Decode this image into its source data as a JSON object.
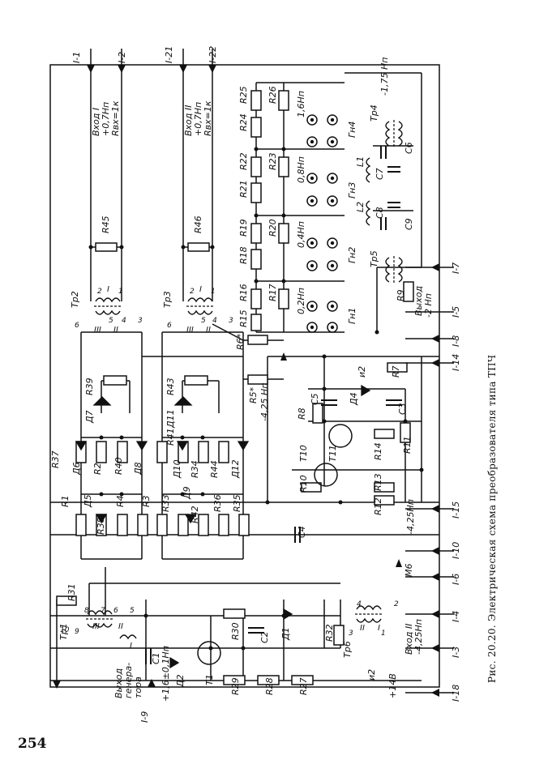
{
  "page_number": "254",
  "caption": "Рис. 20.20. Электрическая схема преобразователя типа ТПЧ",
  "terminals": {
    "t1": "I-1",
    "t2": "I-2",
    "t21": "I-21",
    "t22": "I-22",
    "t7": "I-7",
    "t5": "I-5",
    "t8": "I-8",
    "t14": "I-14",
    "t15": "I-15",
    "t10": "I-10",
    "t6": "I-6",
    "t4": "I-4",
    "t3": "I-3",
    "t18": "I-18",
    "t9": "I-9"
  },
  "inputs": {
    "in1": [
      "Вход I",
      "+0,7Нп",
      "Rвх=1к"
    ],
    "in2": [
      "Вход II",
      "+0,7Нп",
      "Rвх=1к"
    ]
  },
  "outputs": {
    "out": [
      "Выход",
      "-2 Нп"
    ],
    "in_tr6": [
      "Вход II",
      "-4,25Нп"
    ],
    "gen": [
      "Выход",
      "генера-",
      "тора",
      "+1,6±0,1Нп"
    ]
  },
  "supply": {
    "plus14": "+14В",
    "m6": "М6",
    "minus425": "-4,25Нп",
    "r5note": "-4,25 Нп"
  },
  "transformers": {
    "tp1": "Тр1",
    "tp2": "Тр2",
    "tp3": "Тр3",
    "tp4": "Тр4",
    "tp5": "Тр5",
    "tp6": "Тр6"
  },
  "jacks": {
    "gn1": "Гн1",
    "gn2": "Гн2",
    "gn3": "Гн3",
    "gn4": "Гн4"
  },
  "atten": {
    "a1": "0,2Нп",
    "a2": "0,4Нп",
    "a3": "0,8Нп",
    "a4": "1,6Нп",
    "a5": "-1,75 Нп"
  },
  "resistors": {
    "r45": "R45",
    "r46": "R46",
    "r15": "R15",
    "r16": "R16",
    "r17": "R17",
    "r18": "R18",
    "r19": "R19",
    "r20": "R20",
    "r21": "R21",
    "r22": "R22",
    "r23": "R23",
    "r24": "R24",
    "r25": "R25",
    "r26": "R26",
    "r6": "R6*",
    "r5": "R5*",
    "r7": "R7",
    "r8": "R8",
    "r9": "R9",
    "r10": "R10",
    "r11": "R11",
    "r12": "R12",
    "r13": "R13",
    "r14": "R14",
    "r37": "R37",
    "r39": "R39",
    "r43": "R43",
    "r41": "R41",
    "r2": "R2",
    "r40": "R40",
    "r34": "R34",
    "r44": "R44",
    "r1": "R1",
    "r38": "R38",
    "r4": "R4",
    "r3": "R3",
    "r33": "R33",
    "r42": "R42",
    "r36": "R36",
    "r35": "R35",
    "r31": "R31",
    "r30": "R30",
    "r29": "R29",
    "r28": "R28",
    "r27": "R27",
    "r32": "R32"
  },
  "diodes": {
    "d1": "Д1",
    "d2": "Д2",
    "d4": "Д4",
    "d5": "Д5",
    "d6": "Д6",
    "d7": "Д7",
    "d8": "Д8",
    "d9": "Д9",
    "d10": "Д10",
    "d11": "Д11",
    "d12": "Д12"
  },
  "capacitors": {
    "c1": "C1",
    "c2": "C2",
    "c3": "C3",
    "c4": "C4",
    "c5": "C5",
    "c6": "C6",
    "c7": "C7",
    "c8": "C8",
    "c9": "C9"
  },
  "inductors": {
    "l1": "L1",
    "l2": "L2"
  },
  "transistors": {
    "t1": "T1",
    "t10": "T10",
    "t11": "T11"
  },
  "misc": {
    "u2a": "и2",
    "u2b": "и2"
  },
  "windings": {
    "w1": "I",
    "w2": "II",
    "w3": "III"
  },
  "pins": {
    "p1": "1",
    "p2": "2",
    "p3": "3",
    "p4": "4",
    "p5": "5",
    "p6": "6",
    "p7": "7",
    "p8": "8",
    "p9": "9",
    "p10": "10"
  }
}
